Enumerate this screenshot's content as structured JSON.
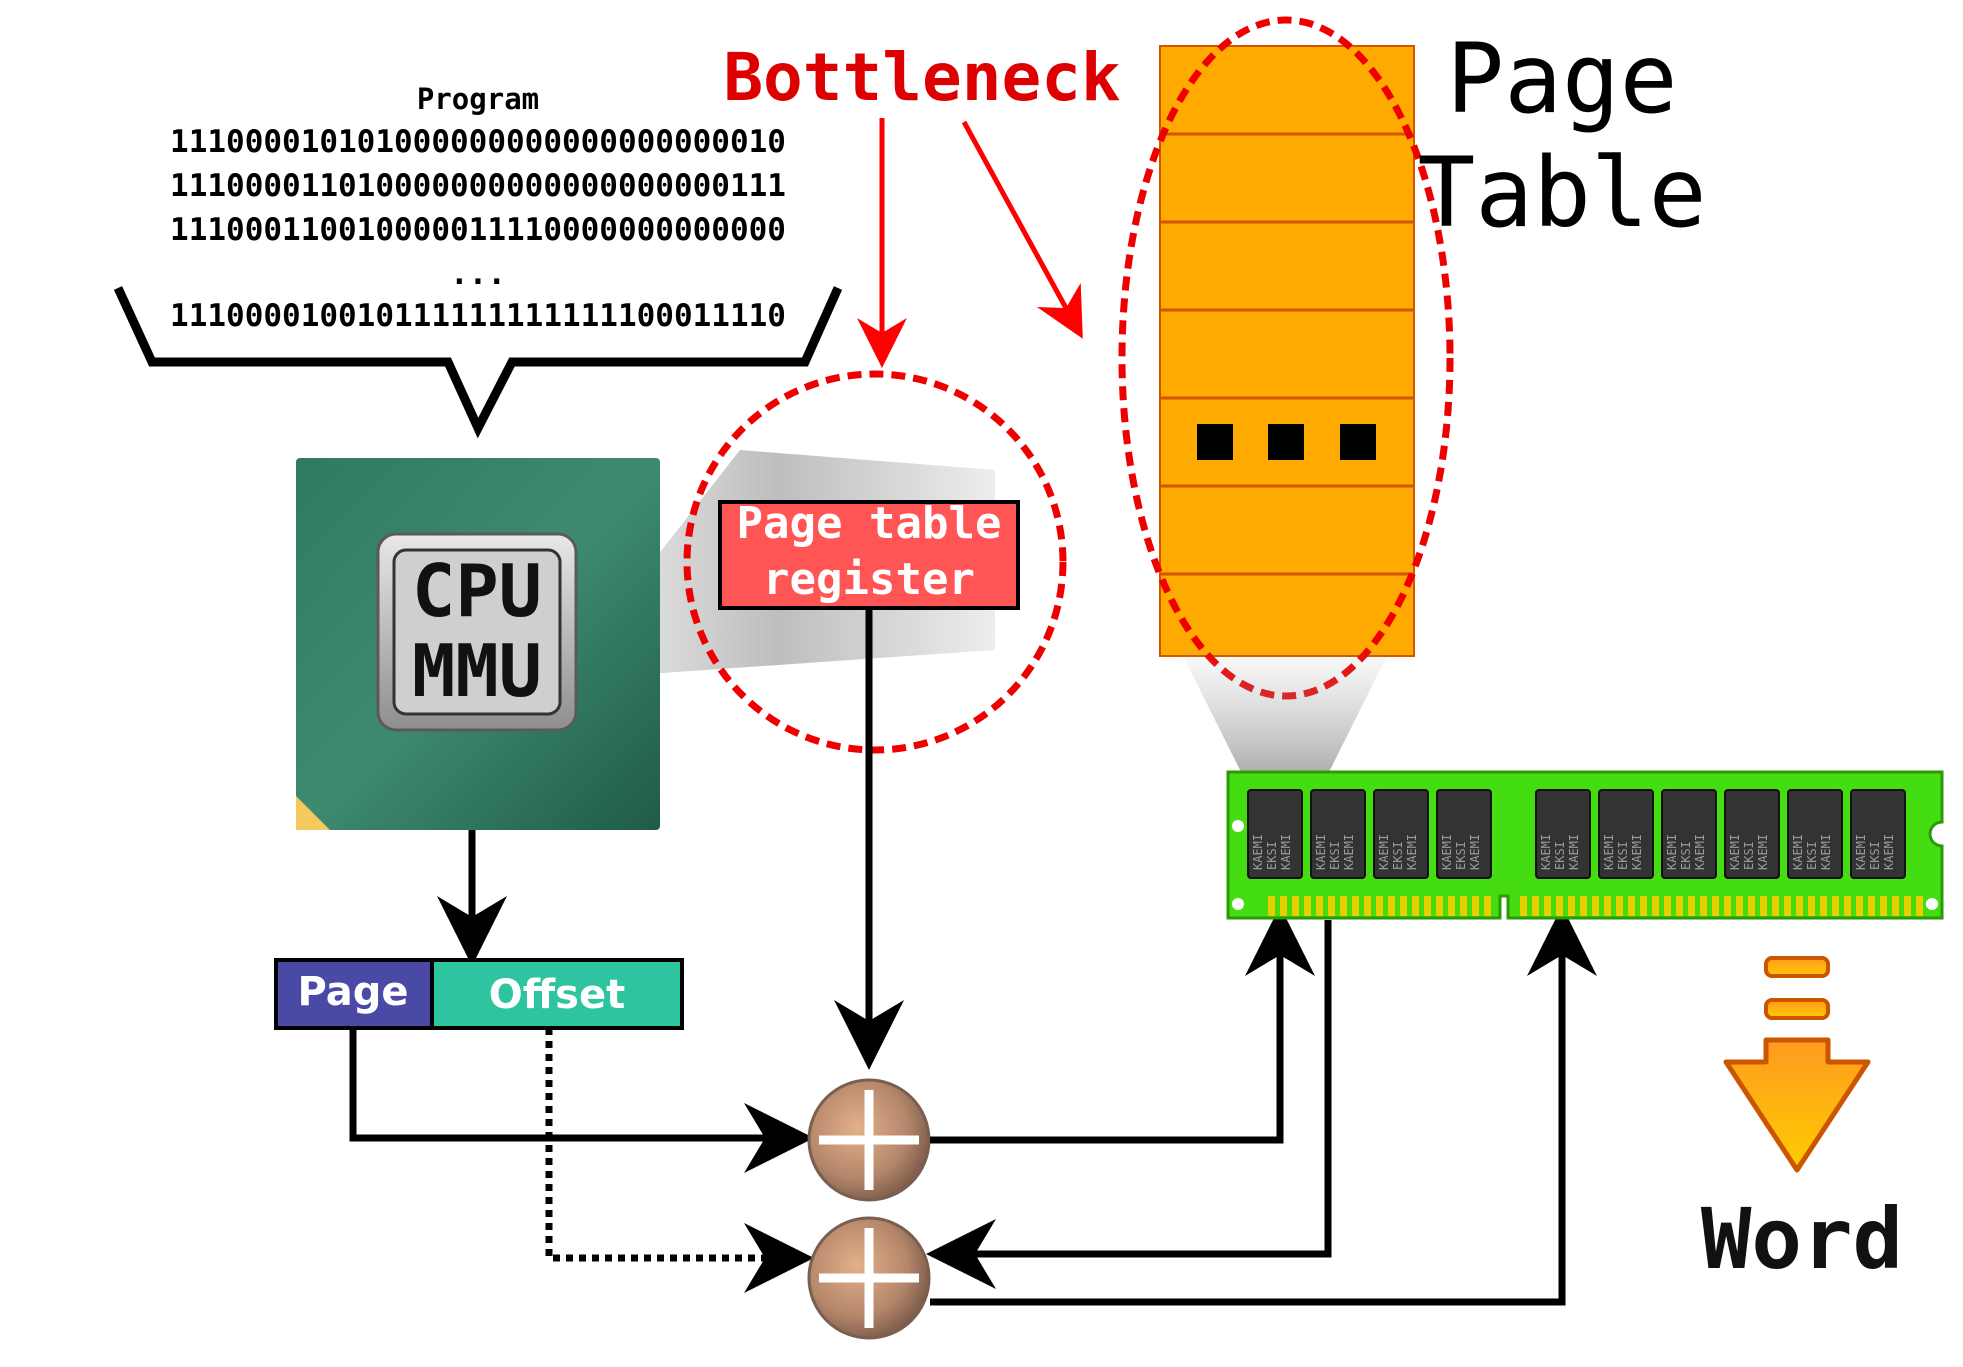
{
  "program": {
    "title": "Program",
    "lines": [
      "111000010101000000000000000000010",
      "111000011010000000000000000000111",
      "111000110010000011110000000000000",
      "...",
      "111000010010111111111111100011110"
    ]
  },
  "bottleneck": {
    "label": "Bottleneck"
  },
  "page_table": {
    "title_line1": "Page",
    "title_line2": "Table"
  },
  "cpu": {
    "label_line1": "CPU",
    "label_line2": "MMU"
  },
  "page_table_register": {
    "label_line1": "Page table",
    "label_line2": "register"
  },
  "address": {
    "page_label": "Page",
    "offset_label": "Offset"
  },
  "word": {
    "label": "Word"
  },
  "ram_chip_text": "KAEMI EKSI",
  "colors": {
    "bottleneck_red": "#dd0000",
    "page_table_orange": "#ffaa00",
    "register_red": "#ff5555",
    "page_purple": "#4a4aa6",
    "offset_teal": "#2ec4a0",
    "cpu_green": "#2a6e57",
    "ram_green": "#44dd11",
    "word_orange": "#ff8800"
  }
}
